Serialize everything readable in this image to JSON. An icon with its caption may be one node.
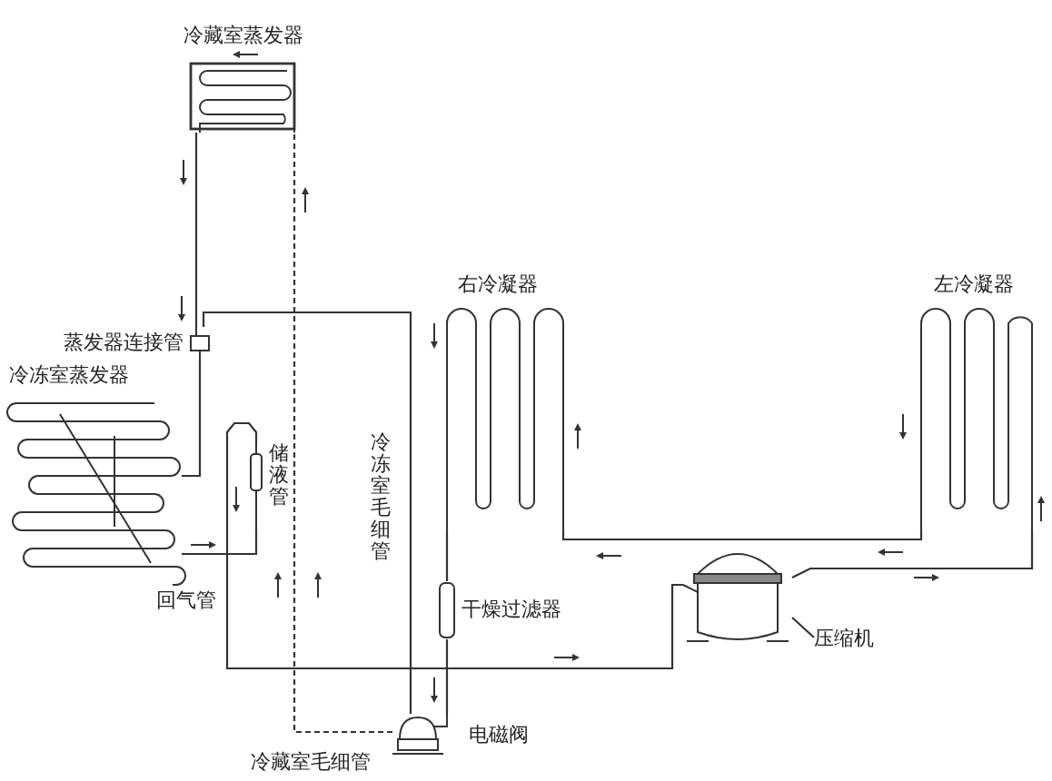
{
  "diagram": {
    "nodes": [
      {
        "text": [
          "冷藏室蒸发器"
        ]
      },
      {
        "text": [
          "蒸发器连接管"
        ]
      },
      {
        "text": [
          "冷冻室蒸发器"
        ]
      },
      {
        "text": [
          "储液管"
        ]
      },
      {
        "text": [
          "右冷凝器"
        ]
      },
      {
        "text": [
          "左冷凝器"
        ]
      },
      {
        "text": [
          "干燥过滤器"
        ]
      },
      {
        "text": [
          "压缩机"
        ]
      },
      {
        "text": [],
        "shape": "picture"
      },
      {
        "text": [
          "电磁阀"
        ]
      }
    ],
    "edges": [
      {
        "from": 8,
        "to": 5,
        "arrow": "none"
      },
      {
        "from": 5,
        "to": 4,
        "arrow": "none"
      },
      {
        "from": 4,
        "to": 6,
        "arrow": "none"
      },
      {
        "from": 6,
        "to": 9,
        "arrow": "none"
      },
      {
        "from": 9,
        "to": 0,
        "arrow": "none",
        "style": "dashed"
      },
      {
        "from": 9,
        "to": 1,
        "arrow": "none"
      },
      {
        "from": 0,
        "to": 1,
        "arrow": "none"
      },
      {
        "from": 1,
        "to": 2,
        "arrow": "none"
      },
      {
        "from": 2,
        "to": 3,
        "arrow": "none"
      },
      {
        "from": 3,
        "to": 8,
        "arrow": "none"
      },
      {
        "from": 7,
        "to": 8,
        "arrow": "none"
      }
    ],
    "labels": [
      "回气管",
      "冷冻室毛细管",
      "冷藏室毛细管"
    ]
  }
}
